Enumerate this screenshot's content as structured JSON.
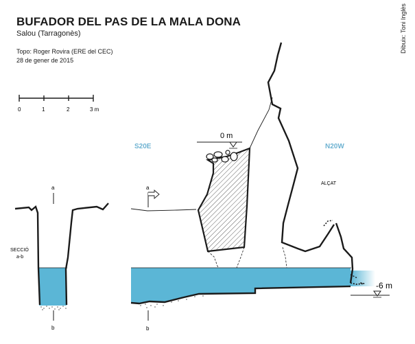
{
  "header": {
    "title": "BUFADOR DEL PAS DE LA MALA DONA",
    "subtitle": "Salou (Tarragonès)",
    "topo": "Topo: Roger Rovira (ERE del CEC)",
    "date": "28 de gener de 2015",
    "credit": "Dibuix: Toni Inglès"
  },
  "scale": {
    "labels": [
      "0",
      "1",
      "2",
      "3 m"
    ]
  },
  "section": {
    "label_line1": "SECCIÓ",
    "label_line2": "a-b",
    "top_marker": "a",
    "bottom_marker": "b"
  },
  "elevation": {
    "left_direction": "S20E",
    "right_direction": "N20W",
    "view_label": "ALÇAT",
    "level_top": "0 m",
    "level_water": "-6 m",
    "marker_a": "a",
    "marker_b": "b"
  },
  "colors": {
    "water": "#5bb6d6",
    "direction_text": "#6fb3d2",
    "ink": "#1a1a1a"
  }
}
